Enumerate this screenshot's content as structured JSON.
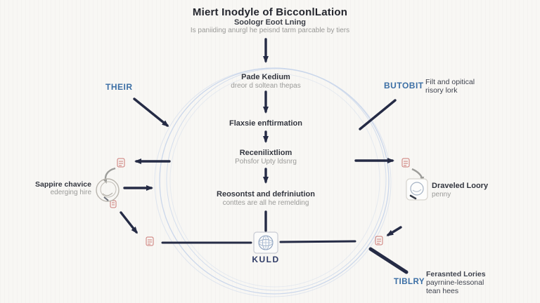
{
  "title": {
    "main": "Miert Inodyle of BicconlLation",
    "subtitle": "Soologr Eoot Lning",
    "tagline": "Is paniiding anurgl he peisnd tarm parcable by tiers"
  },
  "center_flow": {
    "step1": {
      "heading": "Pade Kedium",
      "sub": "dreor d soltean thepas"
    },
    "step2": {
      "heading": "Flaxsie enftirmation"
    },
    "step3": {
      "heading": "Recenilixtliom",
      "sub": "Pohsfor Upty ldsnrg"
    },
    "step4": {
      "heading": "Reosontst and defriniution",
      "sub": "conttes are all he remelding"
    },
    "hub": {
      "label": "KULD",
      "icon": "globe-icon"
    }
  },
  "left": {
    "top_label": "THEIR",
    "device": {
      "heading": "Sappire chavice",
      "sub": "ederging hire",
      "icon": "sketch-circle-icon"
    }
  },
  "right": {
    "top_label": "BUTOBIT",
    "top_desc": [
      "Filt and opitical",
      "risory lork"
    ],
    "device": {
      "heading": "Draveled Loory",
      "sub": "penny",
      "icon": "sketch-box-icon"
    },
    "bottom_label": "TIBLRY",
    "bottom_desc": [
      "Ferasnted Lories",
      "payrnine-lessonal",
      "tean hees"
    ]
  },
  "icons": {
    "hub": "globe-icon",
    "left_device": "sketch-circle-icon",
    "right_device": "sketch-box-icon",
    "markers": "red-stamp-icon",
    "hooks": "curved-arrow-icon"
  },
  "colors": {
    "background": "#f8f7f4",
    "arrow_navy": "#252b45",
    "accent_blue": "#3c6fa5",
    "hub_label": "#2f3b66",
    "orbit_ring": "#cbd7eb",
    "stamp_red": "#c4625e",
    "muted_text": "#9b9b99",
    "dark_text": "#33363f"
  }
}
